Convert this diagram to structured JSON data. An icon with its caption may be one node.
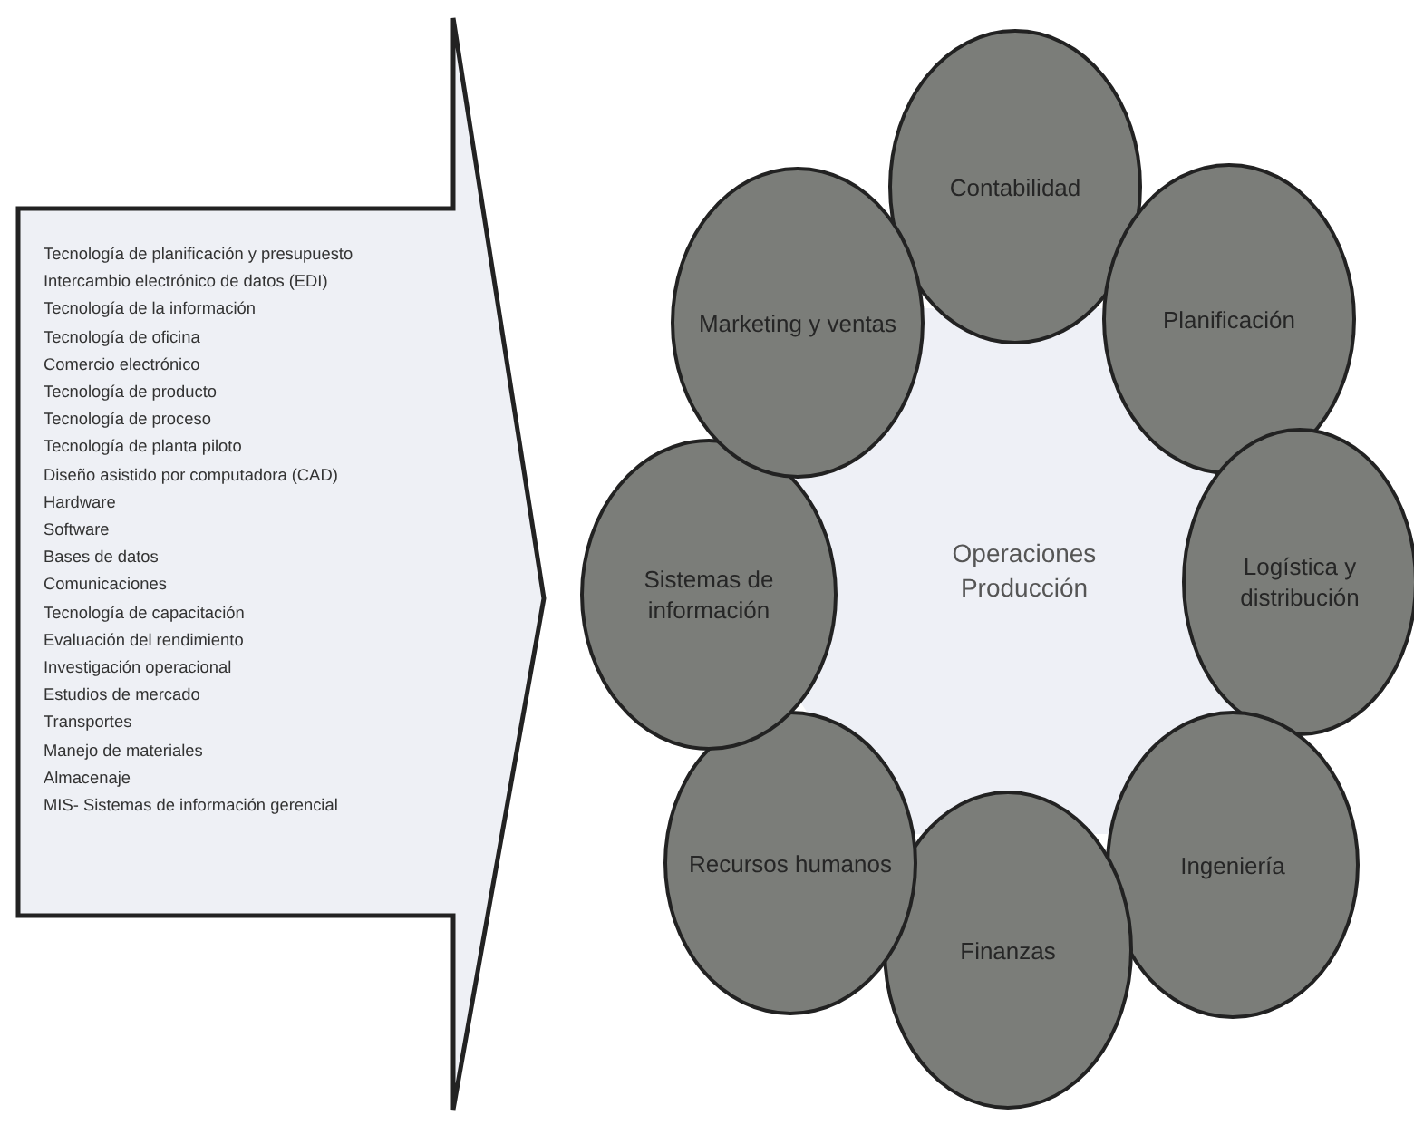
{
  "diagram": {
    "nodes": [
      {
        "text": [
          "Tecnología de planificación y presupuesto",
          "Intercambio electrónico de datos (EDI)",
          "Tecnología de la información",
          "Tecnología de oficina",
          "Comercio electrónico",
          "Tecnología de producto",
          "Tecnología de proceso",
          "Tecnología de planta piloto",
          "Diseño asistido por computadora (CAD)",
          "Hardware",
          "Software",
          "Bases de datos",
          "Comunicaciones",
          "Tecnología de capacitación",
          "Evaluación del rendimiento",
          "Investigación operacional",
          "Estudios de mercado",
          "Transportes",
          "Manejo de materiales",
          "Almacenaje",
          "MIS- Sistemas de información gerencial"
        ]
      },
      {
        "text": [
          "Operaciones Producción"
        ]
      },
      {
        "text": [
          "Contabilidad"
        ]
      },
      {
        "text": [
          "Planificación"
        ]
      },
      {
        "text": [
          "Logística y distribución"
        ]
      },
      {
        "text": [
          "Ingeniería"
        ]
      },
      {
        "text": [
          "Finanzas"
        ]
      },
      {
        "text": [
          "Recursos humanos"
        ]
      },
      {
        "text": [
          "Sistemas de información"
        ]
      },
      {
        "text": [
          "Marketing y ventas"
        ]
      }
    ]
  }
}
